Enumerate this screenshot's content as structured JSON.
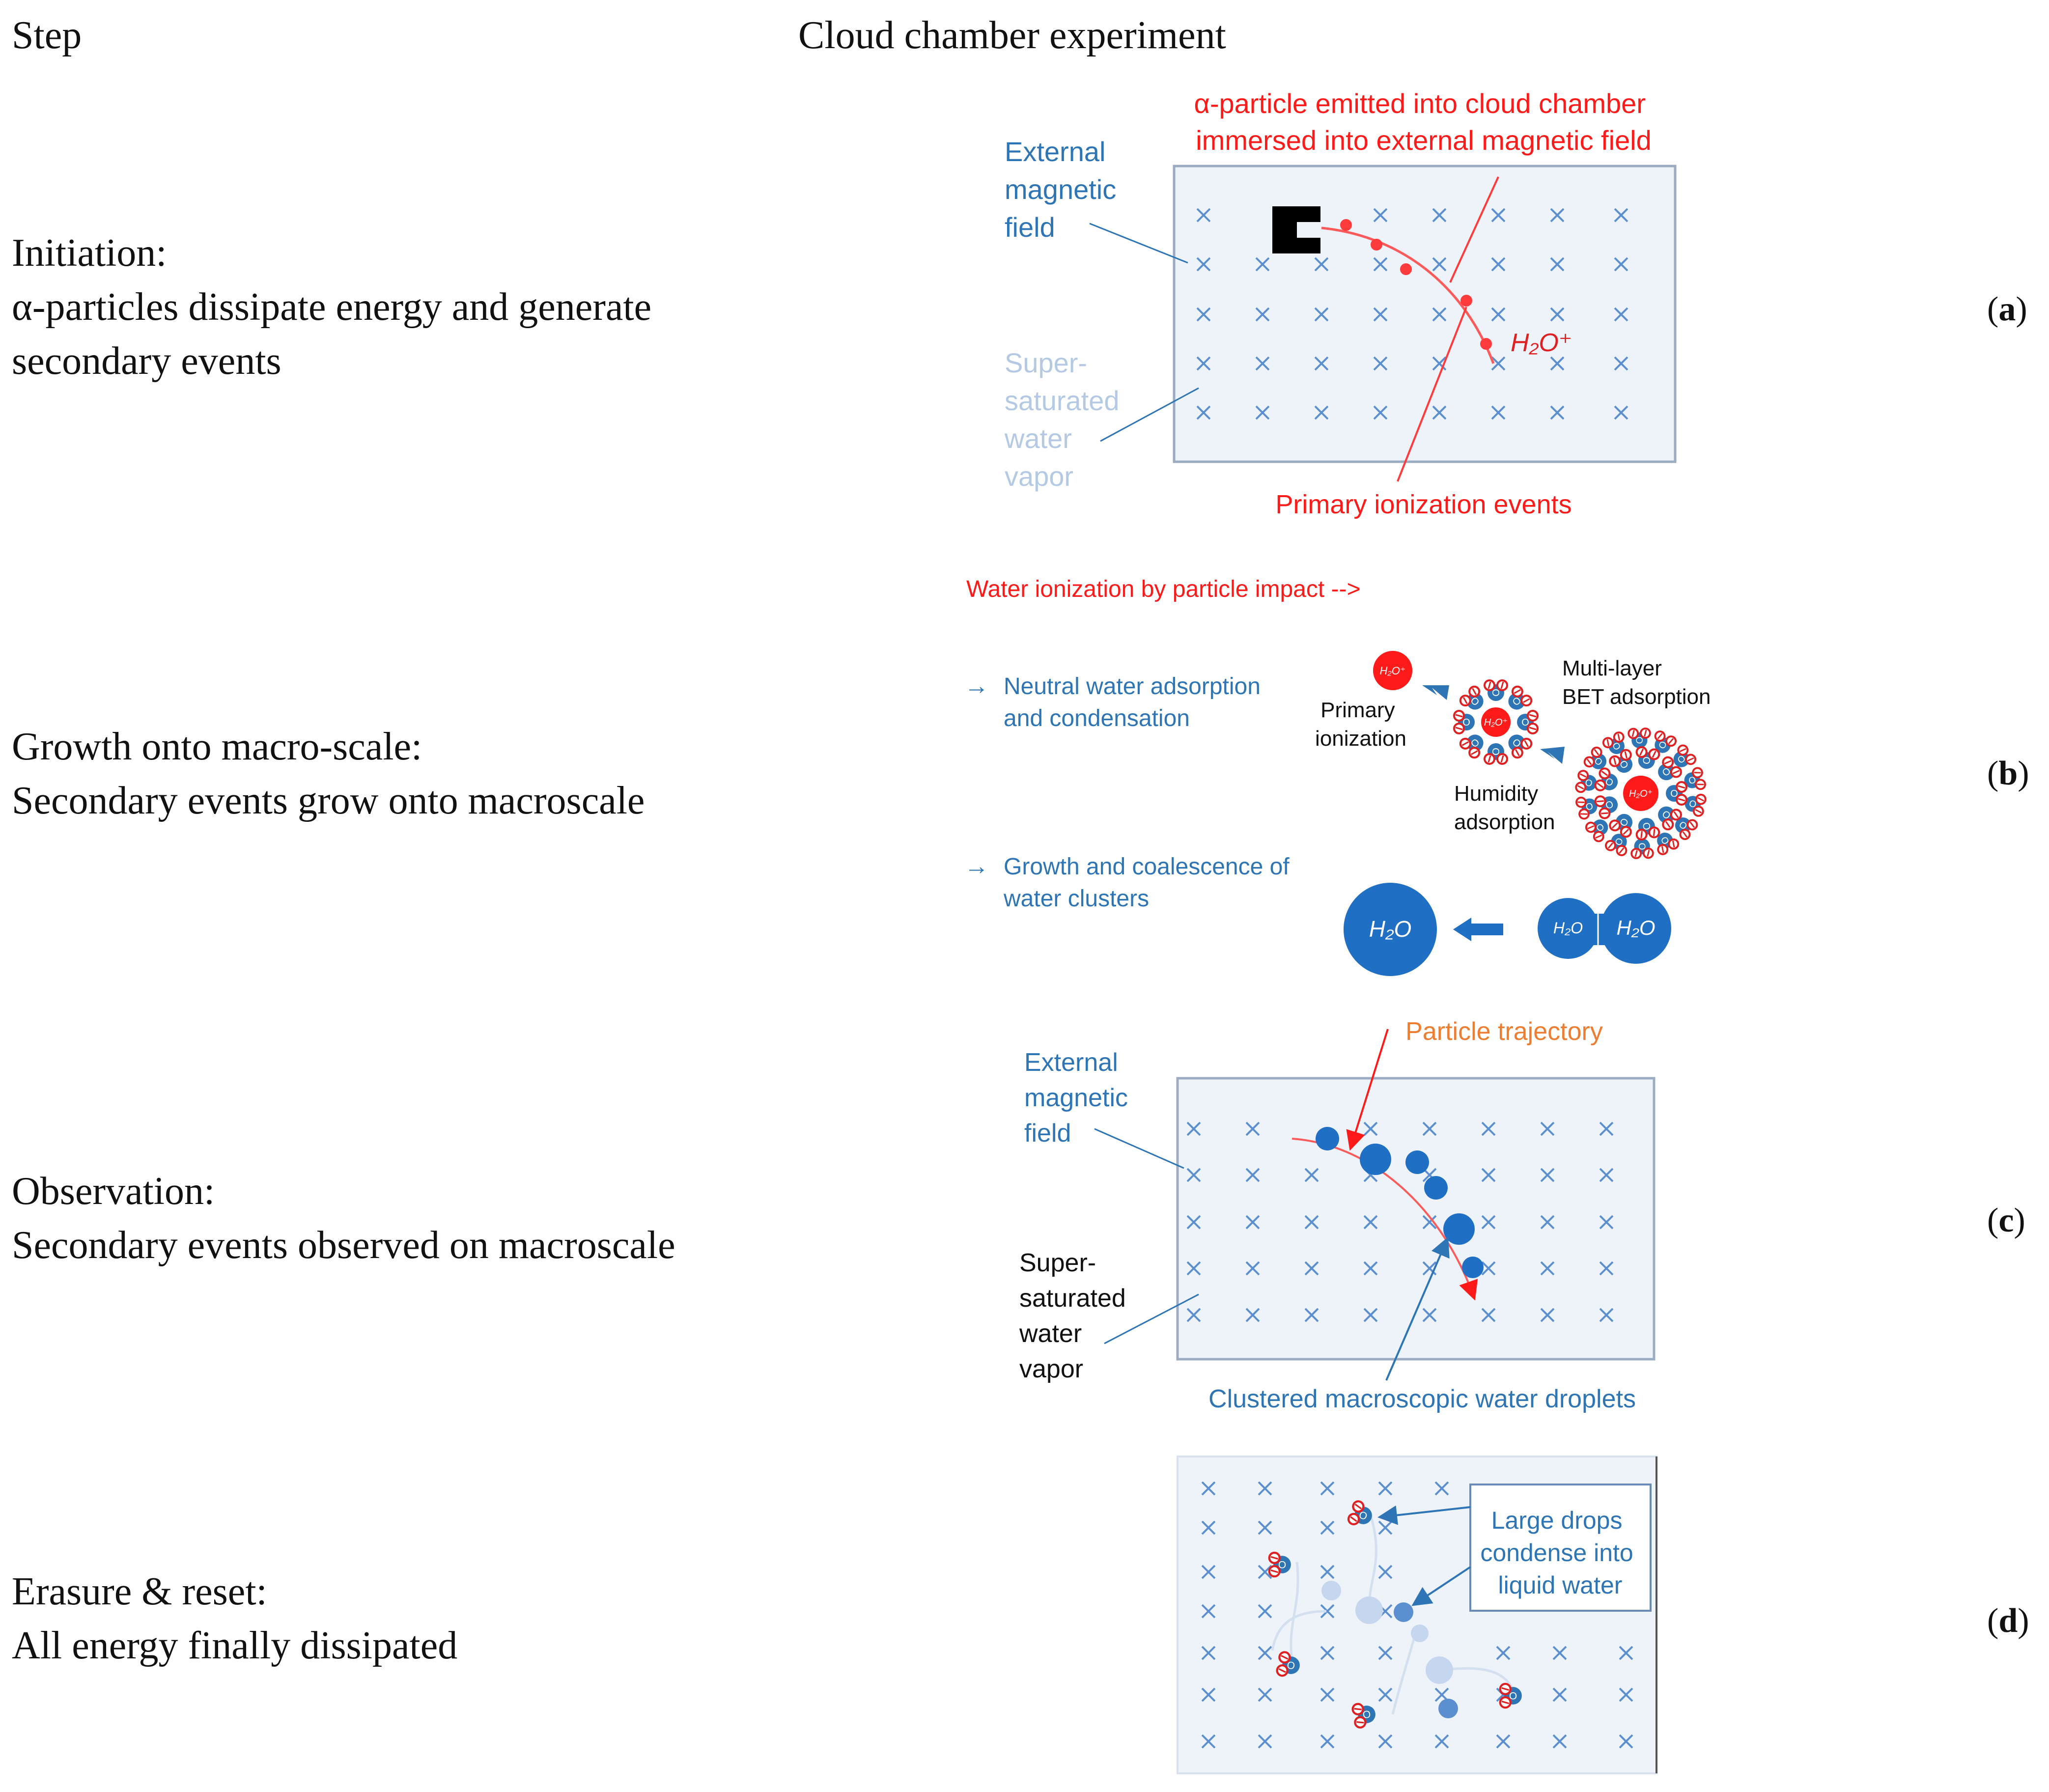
{
  "header": {
    "step": "Step",
    "experiment": "Cloud chamber experiment"
  },
  "steps": [
    {
      "lines": [
        "Initiation:",
        "α-particles dissipate energy and generate",
        "secondary events"
      ],
      "panel": "a"
    },
    {
      "lines": [
        "Growth onto macro-scale:",
        "Secondary events grow onto macroscale"
      ],
      "panel": "b"
    },
    {
      "lines": [
        "Observation:",
        "Secondary events observed on macroscale"
      ],
      "panel": "c"
    },
    {
      "lines": [
        "Erasure & reset:",
        "All energy finally dissipated"
      ],
      "panel": "d"
    }
  ],
  "panel_a": {
    "emitted": [
      "α-particle emitted into cloud chamber",
      "immersed into external magnetic field"
    ],
    "field": [
      "External",
      "magnetic",
      "field"
    ],
    "vapor": [
      "Super-",
      "saturated",
      "water",
      "vapor"
    ],
    "ion": "H₂O⁺",
    "primary": "Primary ionization events"
  },
  "panel_b": {
    "title": "Water ionization by particle impact -->",
    "arrow_glyph": "→",
    "neutral": [
      "Neutral water adsorption",
      "and condensation"
    ],
    "growth": [
      "Growth and coalescence of",
      "water clusters"
    ],
    "primary_ionization": [
      "Primary",
      "ionization"
    ],
    "multilayer": [
      "Multi-layer",
      "BET adsorption"
    ],
    "humidity": [
      "Humidity",
      "adsorption"
    ],
    "small_ion": "H₂O⁺",
    "molecule_o": "O",
    "h2o": "H₂O"
  },
  "panel_c": {
    "trajectory": "Particle trajectory",
    "field": [
      "External",
      "magnetic",
      "field"
    ],
    "vapor": [
      "Super-",
      "saturated",
      "water",
      "vapor"
    ],
    "clustered": "Clustered macroscopic water droplets"
  },
  "panel_d": {
    "callout": [
      "Large drops",
      "condense into",
      "liquid water"
    ],
    "molecule_o": "O"
  },
  "colors": {
    "blue_text": "#2e75b6",
    "red": "#ff1a1a",
    "orange": "#ed7d31",
    "chamber_fill": "#eef3fa",
    "chamber_border": "#9aabc2",
    "cross": "#5b8fcf",
    "droplet": "#1f6fc5",
    "pale_droplet": "#c5d6ee"
  },
  "icons": [
    "cross-mark-icon",
    "alpha-source-icon",
    "water-molecule-icon",
    "droplet-icon",
    "arrow-icon"
  ]
}
